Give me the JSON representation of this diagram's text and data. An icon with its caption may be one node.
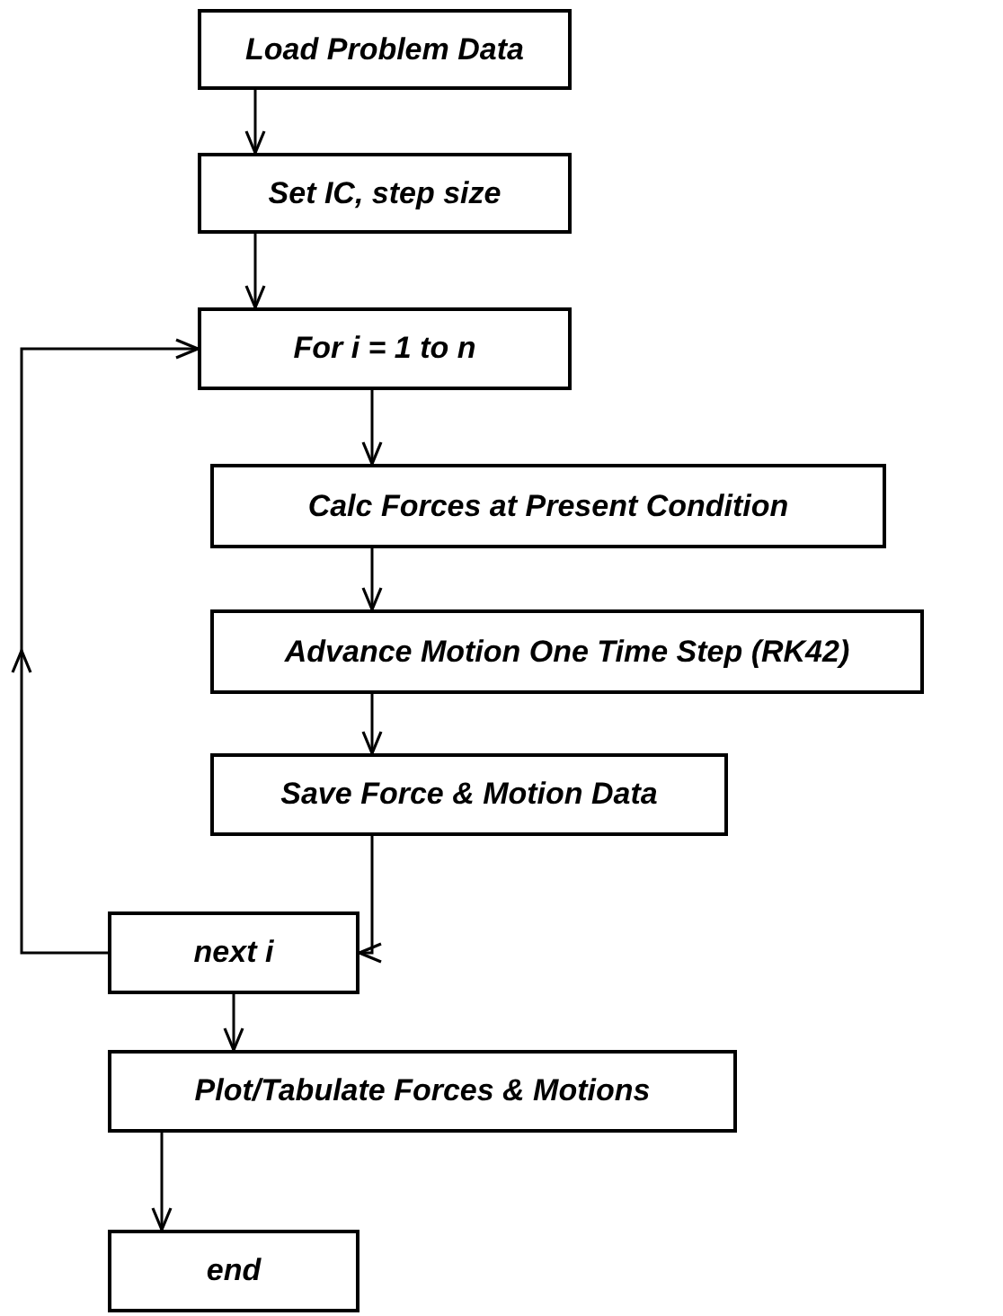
{
  "diagram": {
    "nodes": [
      {
        "text": [
          "Load Problem Data"
        ]
      },
      {
        "text": [
          "Set IC, step size"
        ]
      },
      {
        "text": [
          "For i = 1 to n"
        ]
      },
      {
        "text": [
          "Calc Forces at Present Condition"
        ]
      },
      {
        "text": [
          "Advance Motion One Time Step (RK42)"
        ]
      },
      {
        "text": [
          "Save Force & Motion Data"
        ]
      },
      {
        "text": [
          "next i"
        ]
      },
      {
        "text": [
          "Plot/Tabulate Forces & Motions"
        ]
      },
      {
        "text": [
          "end"
        ]
      }
    ],
    "edges": [
      {
        "from": 0,
        "to": 1,
        "arrow": "to"
      },
      {
        "from": 1,
        "to": 2,
        "arrow": "to"
      },
      {
        "from": 2,
        "to": 3,
        "arrow": "to"
      },
      {
        "from": 3,
        "to": 4,
        "arrow": "to"
      },
      {
        "from": 4,
        "to": 5,
        "arrow": "to"
      },
      {
        "from": 5,
        "to": 6,
        "arrow": "to"
      },
      {
        "from": 6,
        "to": 2,
        "arrow": "to"
      },
      {
        "from": 6,
        "to": 7,
        "arrow": "to"
      },
      {
        "from": 7,
        "to": 8,
        "arrow": "to"
      }
    ]
  }
}
